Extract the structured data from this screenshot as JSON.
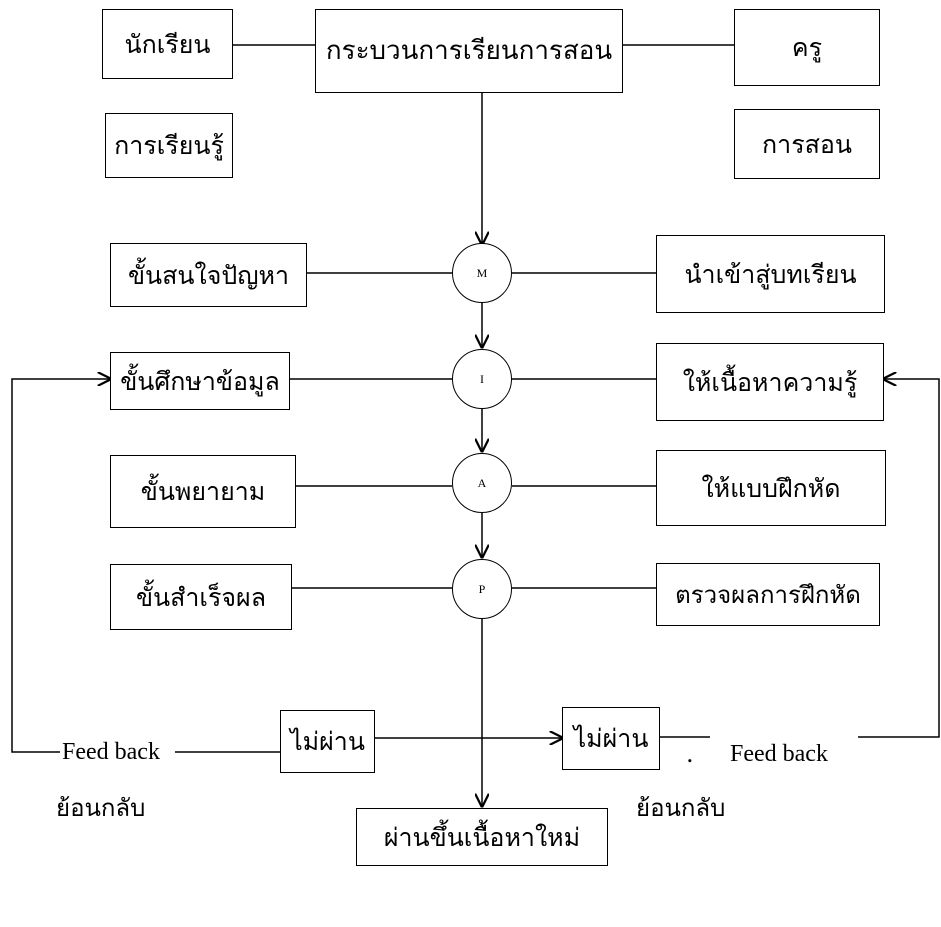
{
  "top": {
    "process": "กระบวนการเรียนการสอน",
    "student": "นักเรียน",
    "teacher": "ครู",
    "learning": "การเรียนรู้",
    "teaching": "การสอน"
  },
  "stages": [
    {
      "letter": "M",
      "student_step": "ขั้นสนใจปัญหา",
      "teacher_step": "นำเข้าสู่บทเรียน"
    },
    {
      "letter": "I",
      "student_step": "ขั้นศึกษาข้อมูล",
      "teacher_step": "ให้เนื้อหาความรู้"
    },
    {
      "letter": "A",
      "student_step": "ขั้นพยายาม",
      "teacher_step": "ให้แบบฝึกหัด"
    },
    {
      "letter": "P",
      "student_step": "ขั้นสำเร็จผล",
      "teacher_step": "ตรวจผลการฝึกหัด"
    }
  ],
  "outcome": {
    "fail_left": "ไม่ผ่าน",
    "fail_right": "ไม่ผ่าน",
    "pass": "ผ่านขึ้นเนื้อหาใหม่",
    "feedback_left": "Feed back",
    "feedback_right": "Feed back",
    "return_left": "ย้อนกลับ",
    "return_right": "ย้อนกลับ",
    "dot": "."
  }
}
